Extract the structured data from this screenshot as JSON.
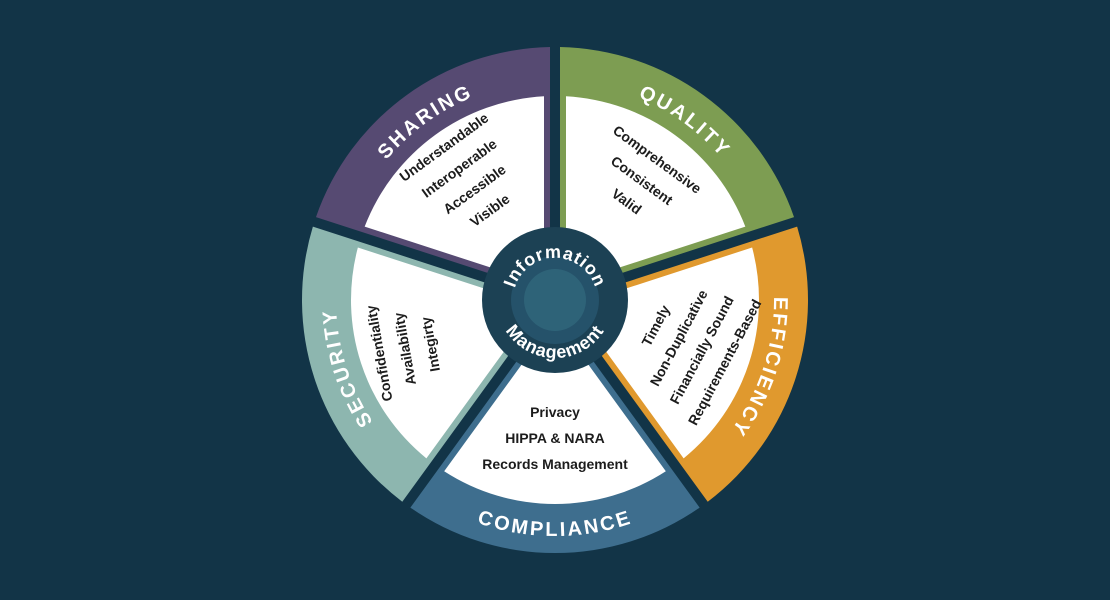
{
  "diagram": {
    "center": {
      "top": "Information",
      "bottom": "Management"
    },
    "segments": [
      {
        "id": "quality",
        "label": "QUALITY",
        "color": "#7d9d52",
        "items": [
          "Comprehensive",
          "Consistent",
          "Valid"
        ]
      },
      {
        "id": "efficiency",
        "label": "EFFICIENCY",
        "color": "#e0992e",
        "items": [
          "Timely",
          "Non-Duplicative",
          "Financially Sound",
          "Requirements-Based"
        ]
      },
      {
        "id": "compliance",
        "label": "COMPLIANCE",
        "color": "#3e6e8e",
        "items": [
          "Privacy",
          "HIPPA & NARA",
          "Records Management"
        ]
      },
      {
        "id": "security",
        "label": "SECURITY",
        "color": "#8db6af",
        "items": [
          "Confidentiality",
          "Availability",
          "Integirty"
        ]
      },
      {
        "id": "sharing",
        "label": "SHARING",
        "color": "#564a72",
        "items": [
          "Understandable",
          "Interoperable",
          "Accessible",
          "Visible"
        ]
      }
    ],
    "colors": {
      "background": "#123447",
      "hub": "#1c4154",
      "hub_ring": "#25526a",
      "hub_inner": "#2e6378",
      "panel": "#ffffff",
      "item_text": "#1c1c1c",
      "label_text": "#ffffff"
    }
  }
}
